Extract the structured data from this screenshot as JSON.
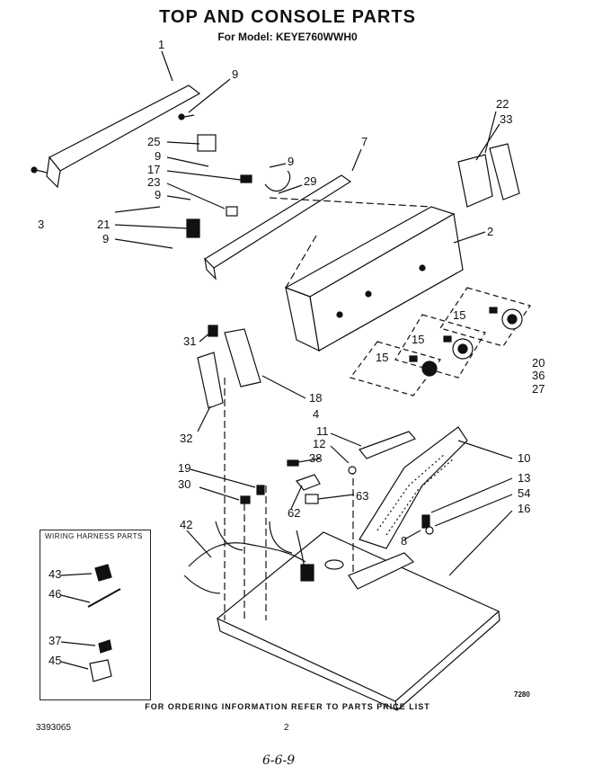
{
  "header": {
    "title": "TOP AND CONSOLE PARTS",
    "subtitle": "For Model: KEYE760WWH0"
  },
  "callouts": [
    "1",
    "9",
    "25",
    "9",
    "17",
    "23",
    "9",
    "21",
    "9",
    "3",
    "7",
    "29",
    "9",
    "22",
    "33",
    "2",
    "15",
    "15",
    "15",
    "20",
    "36",
    "27",
    "31",
    "18",
    "4",
    "32",
    "11",
    "12",
    "10",
    "13",
    "54",
    "16",
    "8",
    "19",
    "30",
    "38",
    "62",
    "63",
    "42",
    "43",
    "46",
    "37",
    "45"
  ],
  "legend": {
    "title": "WIRING HARNESS PARTS",
    "items": [
      "43",
      "46",
      "37",
      "45"
    ]
  },
  "footer": {
    "ordering_note": "FOR ORDERING INFORMATION REFER TO PARTS PRICE LIST",
    "doc_number": "3393065",
    "page_number": "2",
    "code": "7280",
    "handwritten": "6-6-9"
  }
}
